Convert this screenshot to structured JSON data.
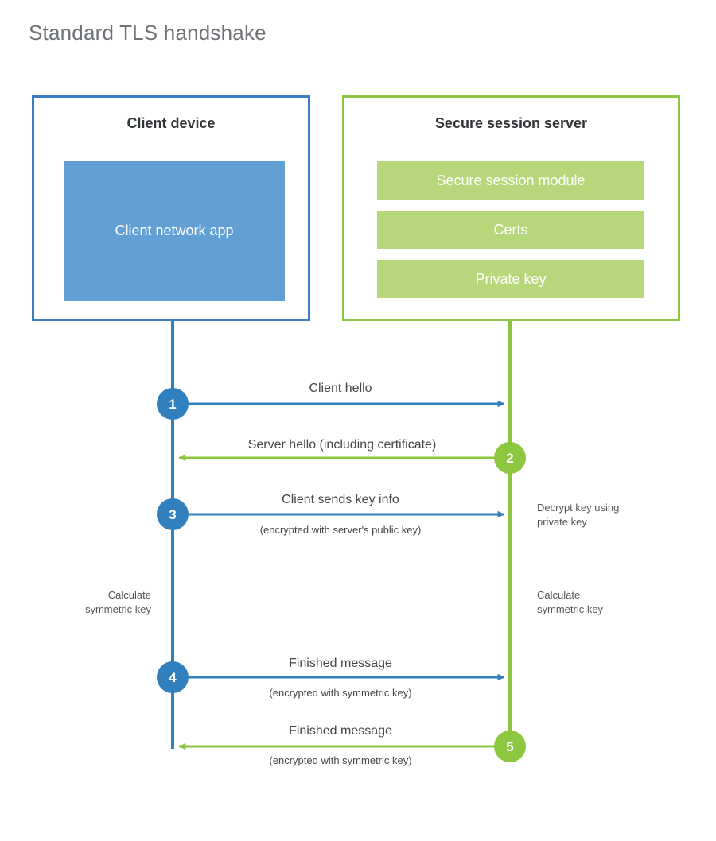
{
  "title": "Standard TLS handshake",
  "colors": {
    "client_border": "#3b7dc4",
    "client_fill": "#629fd4",
    "client_line": "#3080c0",
    "server_border": "#8dc63f",
    "server_fill": "#b6d77a",
    "server_line": "#8dc63f",
    "title_text": "#6f7377",
    "body_text": "#44474a",
    "heading_text": "#333639",
    "background": "#ffffff"
  },
  "client": {
    "heading": "Client device",
    "block_label": "Client network\napp"
  },
  "server": {
    "heading": "Secure session server",
    "blocks": [
      {
        "label": "Secure session module"
      },
      {
        "label": "Certs"
      },
      {
        "label": "Private key"
      }
    ]
  },
  "steps": [
    {
      "number": "1",
      "label": "Client hello",
      "sublabel": "",
      "direction": "client-to-server",
      "side": "client"
    },
    {
      "number": "2",
      "label": "Server hello (including certificate)",
      "sublabel": "",
      "direction": "server-to-client",
      "side": "server"
    },
    {
      "number": "3",
      "label": "Client sends key info",
      "sublabel": "(encrypted with server's public key)",
      "direction": "client-to-server",
      "side": "client"
    },
    {
      "number": "4",
      "label": "Finished message",
      "sublabel": "(encrypted with symmetric key)",
      "direction": "client-to-server",
      "side": "client"
    },
    {
      "number": "5",
      "label": "Finished message",
      "sublabel": "(encrypted with symmetric key)",
      "direction": "server-to-client",
      "side": "server"
    }
  ],
  "annotations": {
    "decrypt_note": "Decrypt key using\nprivate key",
    "client_calculate_note": "Calculate\nsymmetric key",
    "server_calculate_note": "Calculate\nsymmetric key"
  }
}
